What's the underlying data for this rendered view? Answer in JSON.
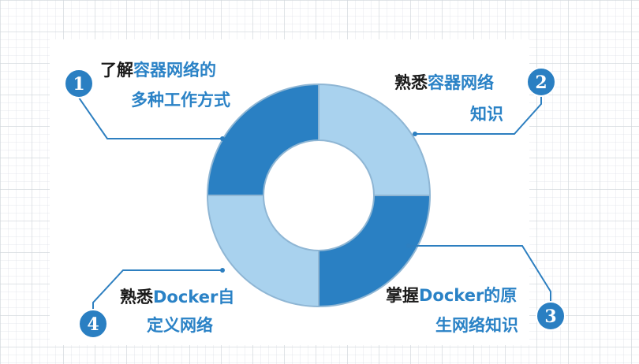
{
  "colors": {
    "dark_blue": "#2a80c3",
    "light_blue": "#a9d2ee",
    "ring_edge": "#8fb6d4",
    "connector": "#2d7fc0",
    "badge": "#2a7fc2"
  },
  "items": [
    {
      "number": "1",
      "line1_dark": "了解",
      "line1_blue": "容器网络的",
      "line2": "多种工作方式"
    },
    {
      "number": "2",
      "line1_dark": "熟悉",
      "line1_blue": "容器网络",
      "line2": "知识"
    },
    {
      "number": "3",
      "line1_dark": "掌握",
      "line1_blue": "Docker的原",
      "line2": "生网络知识"
    },
    {
      "number": "4",
      "line1_dark": "熟悉",
      "line1_blue": "Docker自",
      "line2": "定义网络"
    }
  ]
}
